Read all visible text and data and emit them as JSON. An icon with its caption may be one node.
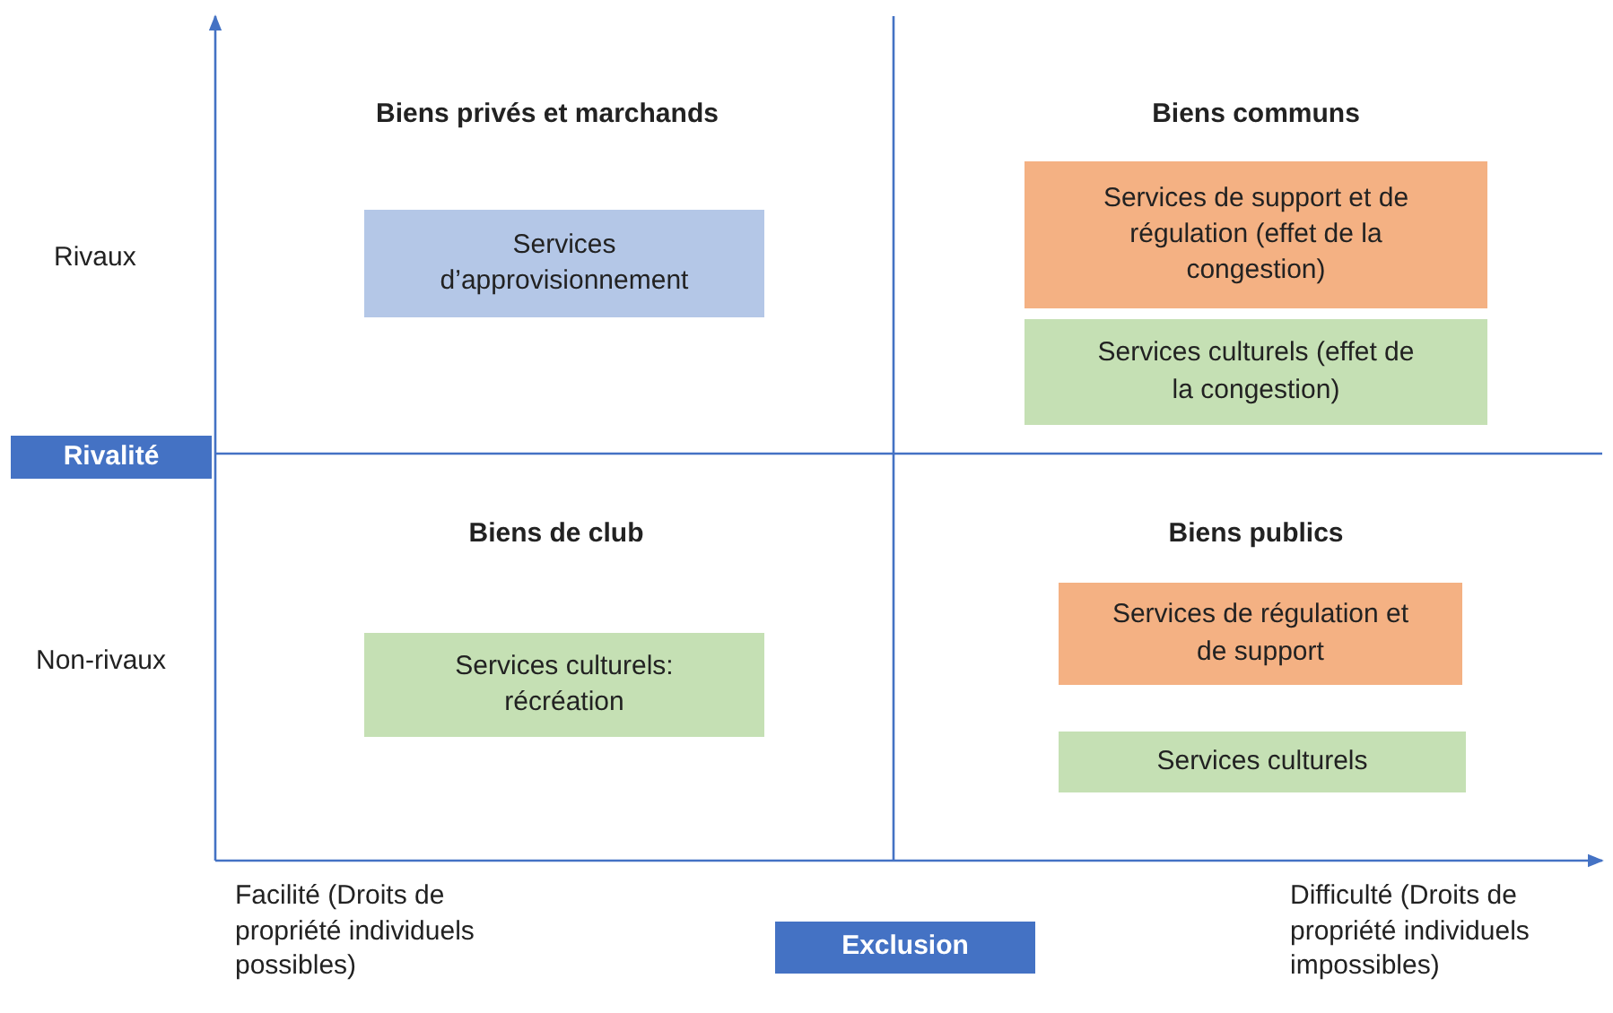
{
  "diagram": {
    "nodes": [
      {
        "text": [
          "Services d’approvisionnement"
        ]
      },
      {
        "text": [
          "Services de support et de régulation (effet de la congestion)"
        ]
      },
      {
        "text": [
          "Services culturels (effet de la congestion)"
        ]
      },
      {
        "text": [
          "Services culturels: récréation"
        ]
      },
      {
        "text": [
          "Services de régulation et de support"
        ]
      },
      {
        "text": [
          "Services culturels"
        ]
      },
      {
        "text": [
          "Rivalité"
        ]
      },
      {
        "text": [
          "Exclusion"
        ]
      }
    ],
    "edges": [],
    "labels": [
      "Biens privés et marchands",
      "Biens communs",
      "Rivaux",
      "Biens de club",
      "Biens publics",
      "Non-rivaux",
      "Facilité (Droits de propriété individuels possibles)",
      "Difficulté (Droits de propriété individuels impossibles)"
    ]
  }
}
